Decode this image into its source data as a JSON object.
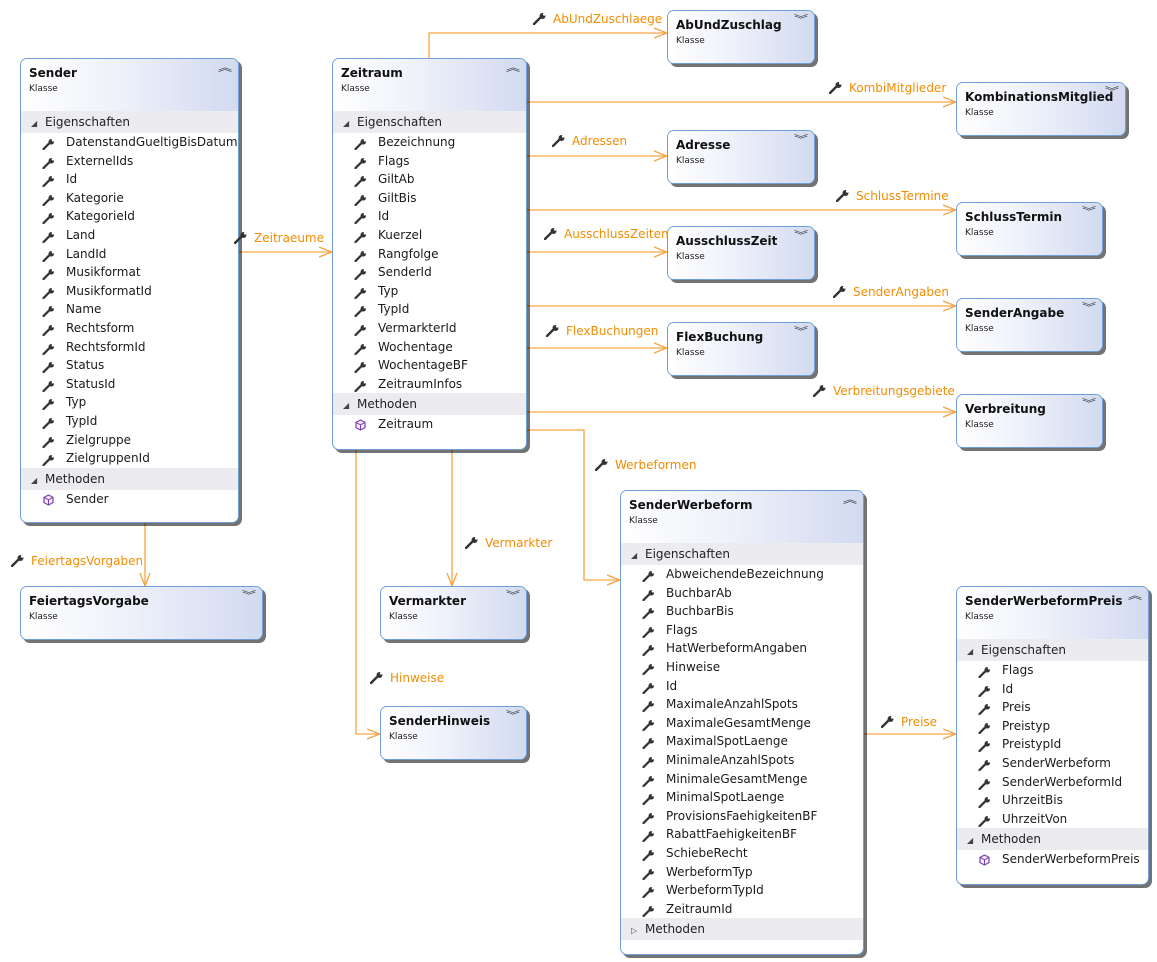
{
  "colors": {
    "connector": "#f7a343",
    "connector_label": "#f28c00",
    "class_border": "#6f9fd6"
  },
  "icons": {
    "property": "wrench-icon",
    "method": "cube-icon",
    "expanded": "chevron-up-icon",
    "collapsed": "chevron-down-icon",
    "association": "wrench-icon"
  },
  "classes": {
    "sender": {
      "name": "Sender",
      "kind": "Klasse",
      "props_label": "Eigenschaften",
      "methods_label": "Methoden",
      "properties": [
        "DatenstandGueltigBisDatum",
        "ExternelIds",
        "Id",
        "Kategorie",
        "KategorieId",
        "Land",
        "LandId",
        "Musikformat",
        "MusikformatId",
        "Name",
        "Rechtsform",
        "RechtsformId",
        "Status",
        "StatusId",
        "Typ",
        "TypId",
        "Zielgruppe",
        "ZielgruppenId"
      ],
      "methods": [
        "Sender"
      ]
    },
    "zeitraum": {
      "name": "Zeitraum",
      "kind": "Klasse",
      "props_label": "Eigenschaften",
      "methods_label": "Methoden",
      "properties": [
        "Bezeichnung",
        "Flags",
        "GiltAb",
        "GiltBis",
        "Id",
        "Kuerzel",
        "Rangfolge",
        "SenderId",
        "Typ",
        "TypId",
        "VermarkterId",
        "Wochentage",
        "WochentageBF",
        "ZeitraumInfos"
      ],
      "methods": [
        "Zeitraum"
      ]
    },
    "sender_werbeform": {
      "name": "SenderWerbeform",
      "kind": "Klasse",
      "props_label": "Eigenschaften",
      "methods_label": "Methoden",
      "properties": [
        "AbweichendeBezeichnung",
        "BuchbarAb",
        "BuchbarBis",
        "Flags",
        "HatWerbeformAngaben",
        "Hinweise",
        "Id",
        "MaximaleAnzahlSpots",
        "MaximaleGesamtMenge",
        "MaximalSpotLaenge",
        "MinimaleAnzahlSpots",
        "MinimaleGesamtMenge",
        "MinimalSpotLaenge",
        "ProvisionsFaehigkeitenBF",
        "RabattFaehigkeitenBF",
        "SchiebeRecht",
        "WerbeformTyp",
        "WerbeformTypId",
        "ZeitraumId"
      ],
      "methods": []
    },
    "sender_werbeform_preis": {
      "name": "SenderWerbeformPreis",
      "kind": "Klasse",
      "props_label": "Eigenschaften",
      "methods_label": "Methoden",
      "properties": [
        "Flags",
        "Id",
        "Preis",
        "Preistyp",
        "PreistypId",
        "SenderWerbeform",
        "SenderWerbeformId",
        "UhrzeitBis",
        "UhrzeitVon"
      ],
      "methods": [
        "SenderWerbeformPreis"
      ]
    },
    "ab_und_zuschlag": {
      "name": "AbUndZuschlag",
      "kind": "Klasse"
    },
    "kombinations_mitglied": {
      "name": "KombinationsMitglied",
      "kind": "Klasse"
    },
    "adresse": {
      "name": "Adresse",
      "kind": "Klasse"
    },
    "schluss_termin": {
      "name": "SchlussTermin",
      "kind": "Klasse"
    },
    "ausschluss_zeit": {
      "name": "AusschlussZeit",
      "kind": "Klasse"
    },
    "sender_angabe": {
      "name": "SenderAngabe",
      "kind": "Klasse"
    },
    "flex_buchung": {
      "name": "FlexBuchung",
      "kind": "Klasse"
    },
    "verbreitung": {
      "name": "Verbreitung",
      "kind": "Klasse"
    },
    "feiertags_vorgabe": {
      "name": "FeiertagsVorgabe",
      "kind": "Klasse"
    },
    "vermarkter": {
      "name": "Vermarkter",
      "kind": "Klasse"
    },
    "sender_hinweis": {
      "name": "SenderHinweis",
      "kind": "Klasse"
    }
  },
  "associations": {
    "zeitraeume": "Zeitraeume",
    "ab_und_zuschlaege": "AbUndZuschlaege",
    "kombi_mitglieder": "KombiMitglieder",
    "adressen": "Adressen",
    "schluss_termine": "SchlussTermine",
    "ausschluss_zeiten": "AusschlussZeiten",
    "sender_angaben": "SenderAngaben",
    "flex_buchungen": "FlexBuchungen",
    "verbreitungsgebiete": "Verbreitungsgebiete",
    "werbeformen": "Werbeformen",
    "vermarkter": "Vermarkter",
    "feiertags_vorgaben": "FeiertagsVorgaben",
    "hinweise": "Hinweise",
    "preise": "Preise"
  }
}
